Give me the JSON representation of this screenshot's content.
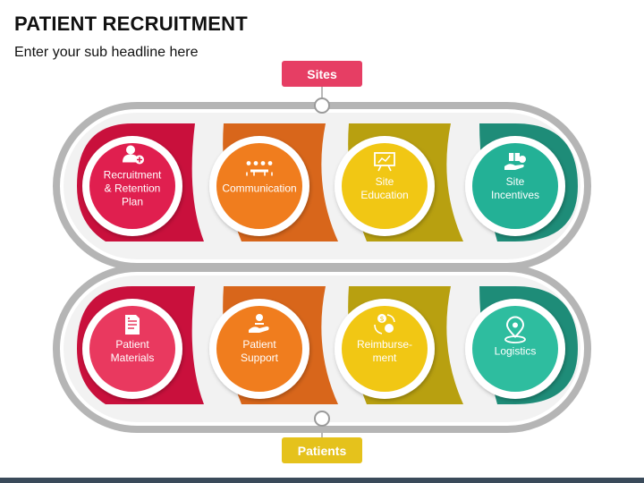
{
  "header": {
    "title": "PATIENT RECRUITMENT",
    "subtitle": "Enter your sub headline here"
  },
  "tags": {
    "top": {
      "label": "Sites",
      "color": "#e63e64",
      "text_color": "#ffffff"
    },
    "bottom": {
      "label": "Patients",
      "color": "#e5c21c",
      "text_color": "#ffffff"
    }
  },
  "rows": [
    {
      "name": "sites",
      "items": [
        {
          "lines": [
            "Recruitment",
            "& Retention",
            "Plan"
          ],
          "icon": "user-add-icon",
          "color": "#e01f4f",
          "wave": "#c9103c"
        },
        {
          "lines": [
            "Communication"
          ],
          "icon": "meeting-icon",
          "color": "#f07d1e",
          "wave": "#d8661b"
        },
        {
          "lines": [
            "Site",
            "Education"
          ],
          "icon": "presentation-icon",
          "color": "#f1c714",
          "wave": "#b8a010"
        },
        {
          "lines": [
            "Site",
            "Incentives"
          ],
          "icon": "gift-hand-icon",
          "color": "#23b196",
          "wave": "#1e8c78"
        }
      ]
    },
    {
      "name": "patients",
      "items": [
        {
          "lines": [
            "Patient",
            "Materials"
          ],
          "icon": "document-icon",
          "color": "#e9395f",
          "wave": "#c9103c"
        },
        {
          "lines": [
            "Patient",
            "Support"
          ],
          "icon": "support-hand-icon",
          "color": "#f07d1e",
          "wave": "#d8661b"
        },
        {
          "lines": [
            "Reimburse-",
            "ment"
          ],
          "icon": "money-cycle-icon",
          "color": "#f1c714",
          "wave": "#b8a010"
        },
        {
          "lines": [
            "Logistics"
          ],
          "icon": "location-pin-icon",
          "color": "#2ebd9f",
          "wave": "#1e8c78"
        }
      ]
    }
  ]
}
